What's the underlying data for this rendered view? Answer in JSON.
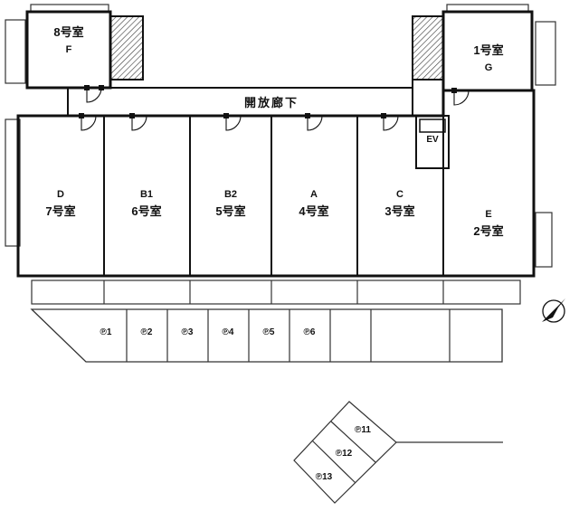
{
  "floor_plan": {
    "corridor_label": "開放廊下",
    "elevator_label": "EV",
    "rooms": [
      {
        "unit": "F",
        "name": "8号室"
      },
      {
        "unit": "G",
        "name": "1号室"
      },
      {
        "unit": "D",
        "name": "7号室"
      },
      {
        "unit": "B1",
        "name": "6号室"
      },
      {
        "unit": "B2",
        "name": "5号室"
      },
      {
        "unit": "A",
        "name": "4号室"
      },
      {
        "unit": "C",
        "name": "3号室"
      },
      {
        "unit": "E",
        "name": "2号室"
      }
    ],
    "parking_row": [
      "℗1",
      "℗2",
      "℗3",
      "℗4",
      "℗5",
      "℗6"
    ],
    "parking_diamond": [
      "℗11",
      "℗12",
      "℗13"
    ],
    "colors": {
      "wall": "#111111",
      "thin_line": "#333333",
      "background": "#ffffff"
    }
  }
}
